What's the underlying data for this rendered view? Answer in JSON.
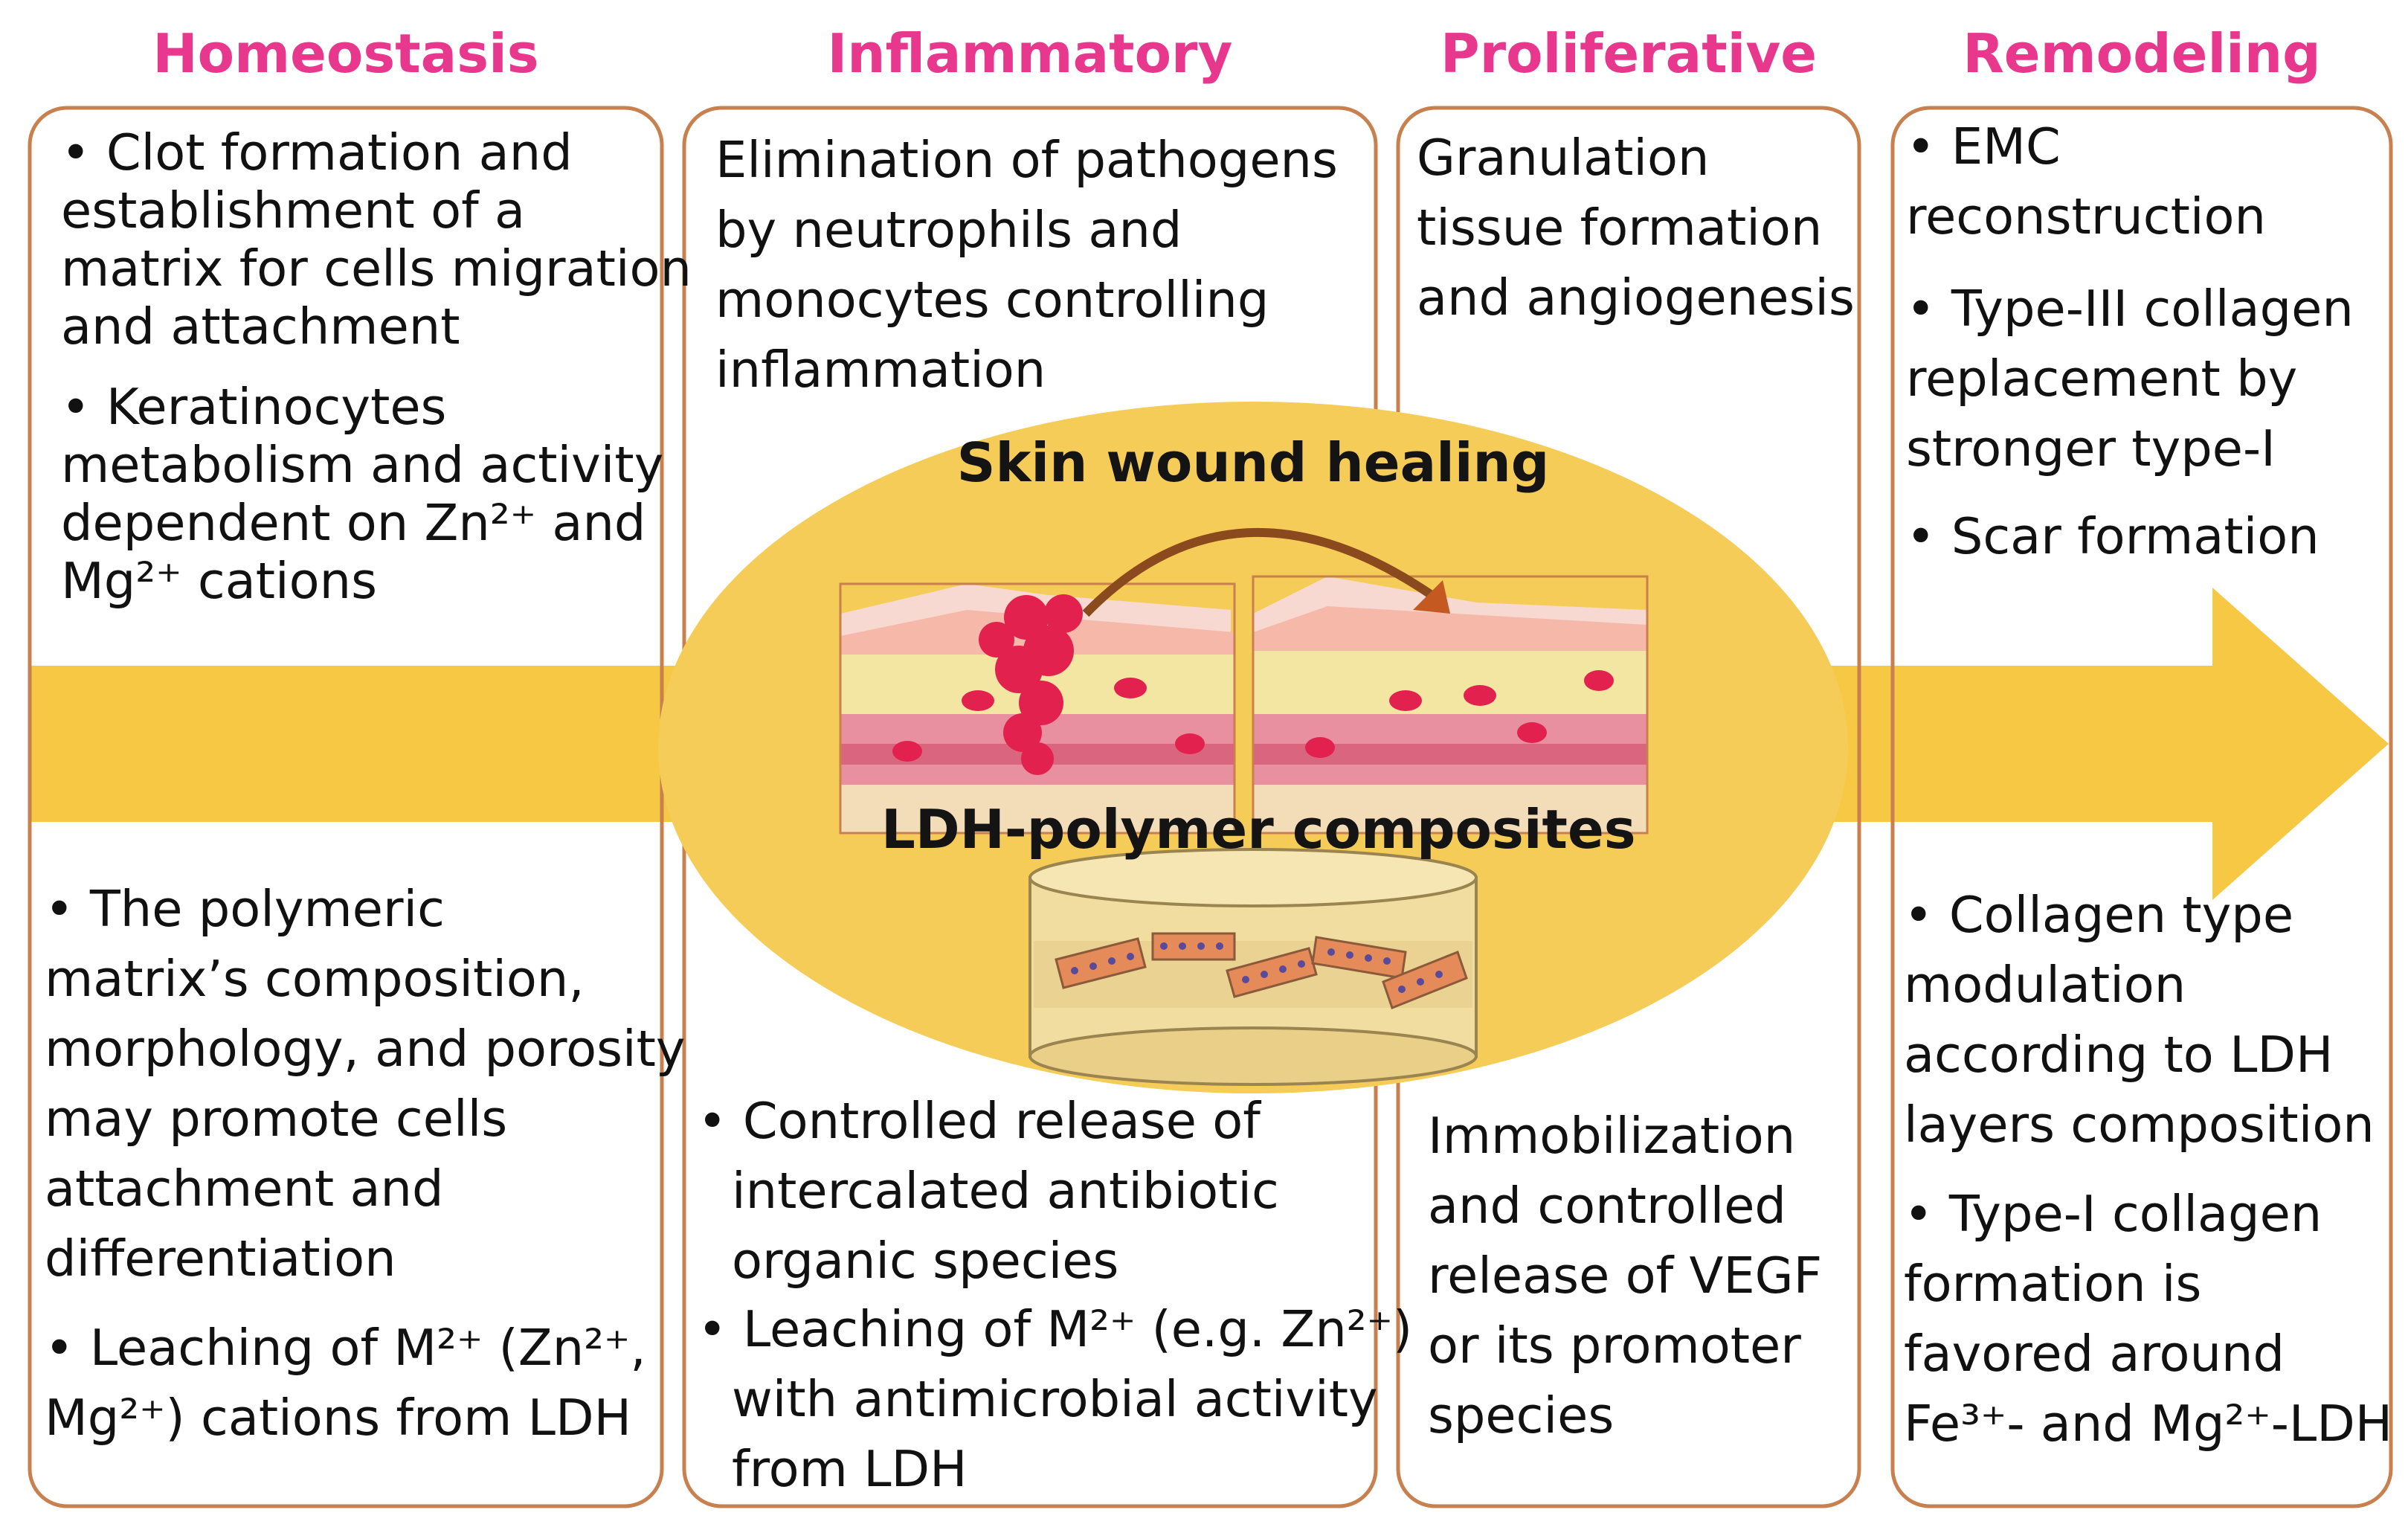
{
  "phases": [
    {
      "title": "Homeostasis",
      "top": [
        [
          "• Clot formation and",
          "establishment of a",
          "matrix for cells migration",
          "and attachment"
        ],
        [
          "• Keratinocytes",
          "metabolism and activity",
          "dependent on Zn²⁺ and",
          "Mg²⁺ cations"
        ]
      ],
      "bottom": [
        [
          "• The polymeric",
          "matrix’s composition,",
          "morphology, and porosity",
          "may promote cells",
          "attachment and",
          "differentiation"
        ],
        [
          "• Leaching of M²⁺ (Zn²⁺,",
          "Mg²⁺) cations from LDH"
        ]
      ]
    },
    {
      "title": "Inflammatory",
      "top": [
        [
          "Elimination of pathogens",
          "by neutrophils and",
          "monocytes controlling",
          "inflammation"
        ]
      ],
      "bottom": [
        [
          "• Controlled release of",
          "intercalated  antibiotic",
          "organic species"
        ],
        [
          "• Leaching of  M²⁺ (e.g. Zn²⁺)",
          "with antimicrobial activity",
          "from LDH"
        ]
      ]
    },
    {
      "title": "Proliferative",
      "top": [
        [
          "Granulation",
          "tissue formation",
          "and angiogenesis"
        ]
      ],
      "bottom": [
        [
          "Immobilization",
          "and controlled",
          "release of VEGF",
          "or its promoter",
          "species"
        ]
      ]
    },
    {
      "title": "Remodeling",
      "top": [
        [
          "• EMC",
          "reconstruction"
        ],
        [
          "• Type-III collagen",
          "replacement by",
          "stronger type-I"
        ],
        [
          "• Scar formation"
        ]
      ],
      "bottom": [
        [
          "• Collagen type",
          "modulation",
          "according to LDH",
          "layers composition"
        ],
        [
          "• Type-I collagen",
          "formation is",
          "favored around",
          "Fe³⁺- and Mg²⁺-LDH"
        ]
      ]
    }
  ],
  "center": {
    "top_label": "Skin wound healing",
    "bottom_label": "LDH-polymer composites"
  },
  "colors": {
    "arrow": "#f6c844",
    "ellipse": "#f5cc57",
    "box_border": "#c8804f",
    "title": "#e8388e",
    "wound": "#e3214f",
    "fat": "#f3e5a2",
    "dermis": "#e88fa0",
    "hypodermis": "#f3ddb8"
  }
}
